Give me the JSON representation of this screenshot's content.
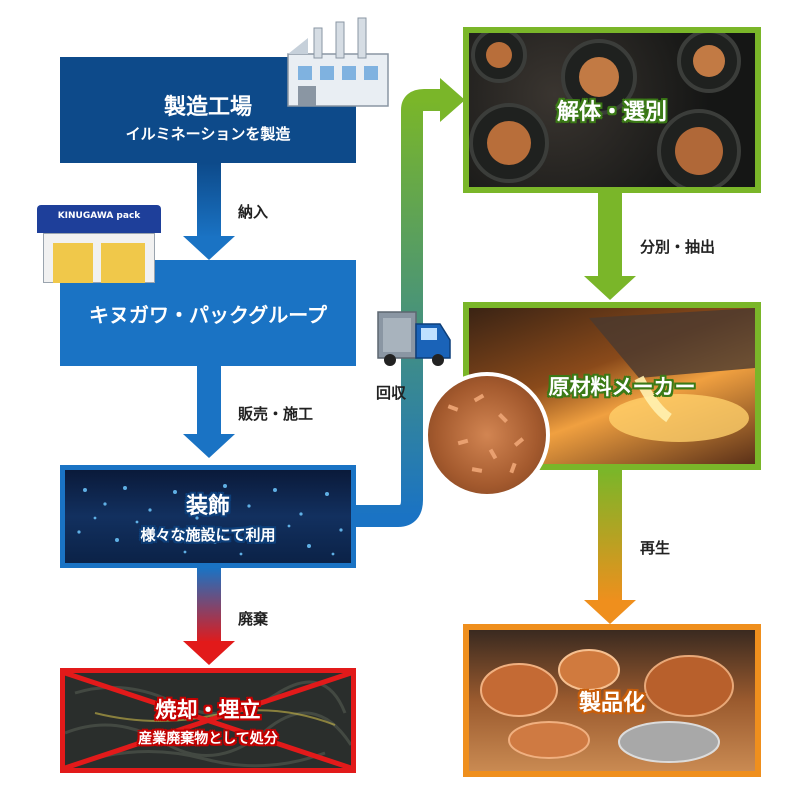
{
  "nodes": {
    "factory": {
      "title": "製造工場",
      "subtitle": "イルミネーションを製造"
    },
    "kinugawa": {
      "title": "キヌガワ・パックグループ",
      "building_sign": "KINUGAWA pack"
    },
    "decoration": {
      "title": "装飾",
      "subtitle": "様々な施設にて利用"
    },
    "disposal": {
      "title": "焼却・埋立",
      "subtitle": "産業廃棄物として処分"
    },
    "dismantle": {
      "title": "解体・選別"
    },
    "material": {
      "title": "原材料メーカー"
    },
    "product": {
      "title": "製品化"
    }
  },
  "arrows": {
    "delivery": "納入",
    "sales": "販売・施工",
    "waste": "廃棄",
    "collect": "回収",
    "sort": "分別・抽出",
    "regen": "再生"
  },
  "colors": {
    "navy": "#0d4a8a",
    "blue": "#1a73c4",
    "green": "#7ab629",
    "orange": "#ef8f1d",
    "red": "#e21a1a"
  }
}
